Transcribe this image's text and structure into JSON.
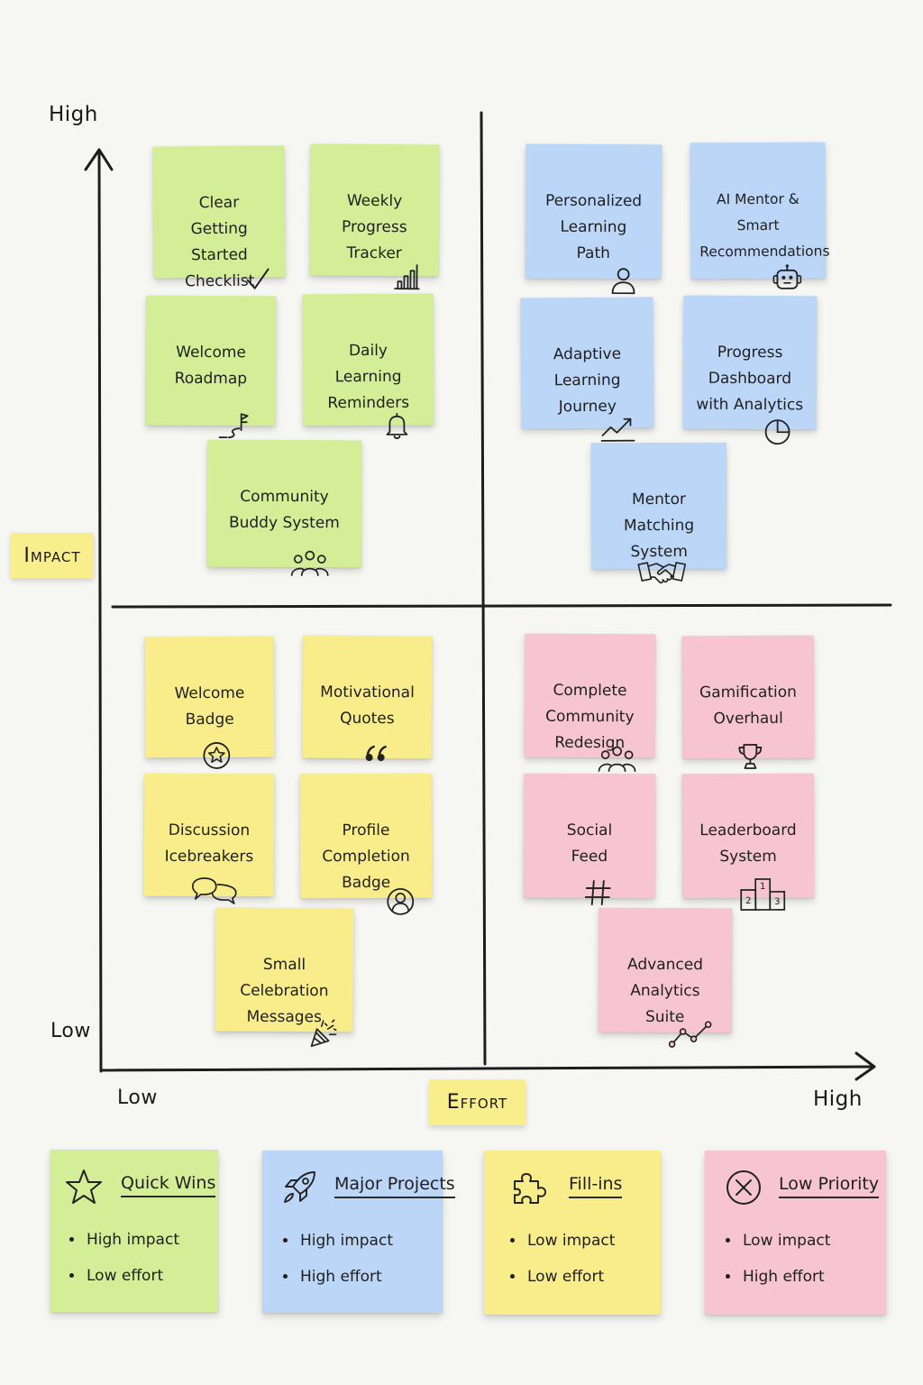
{
  "axes": {
    "y_high": "High",
    "y_low": "Low",
    "y_title": "Impact",
    "x_low": "Low",
    "x_high": "High",
    "x_title": "Effort"
  },
  "quadrants": {
    "quick_wins": [
      {
        "text": "Clear\nGetting Started\nChecklist",
        "icon": "checkmark-icon"
      },
      {
        "text": "Weekly\nProgress\nTracker",
        "icon": "bar-chart-icon"
      },
      {
        "text": "Welcome\nRoadmap",
        "icon": "flag-path-icon"
      },
      {
        "text": "Daily\nLearning\nReminders",
        "icon": "bell-icon"
      },
      {
        "text": "Community\nBuddy System",
        "icon": "people-group-icon"
      }
    ],
    "major_projects": [
      {
        "text": "Personalized\nLearning\nPath",
        "icon": "person-icon"
      },
      {
        "text": "AI Mentor &\nSmart\nRecommendations",
        "icon": "robot-icon"
      },
      {
        "text": "Adaptive\nLearning\nJourney",
        "icon": "trend-up-icon"
      },
      {
        "text": "Progress\nDashboard\nwith Analytics",
        "icon": "pie-chart-icon"
      },
      {
        "text": "Mentor\nMatching\nSystem",
        "icon": "handshake-icon"
      }
    ],
    "fill_ins": [
      {
        "text": "Welcome\nBadge",
        "icon": "star-badge-icon"
      },
      {
        "text": "Motivational\nQuotes",
        "icon": "quote-icon"
      },
      {
        "text": "Discussion\nIcebreakers",
        "icon": "speech-bubbles-icon"
      },
      {
        "text": "Profile\nCompletion\nBadge",
        "icon": "profile-circle-icon"
      },
      {
        "text": "Small\nCelebration\nMessages",
        "icon": "party-popper-icon"
      }
    ],
    "low_priority": [
      {
        "text": "Complete\nCommunity\nRedesign",
        "icon": "people-group-icon"
      },
      {
        "text": "Gamification\nOverhaul",
        "icon": "trophy-icon"
      },
      {
        "text": "Social\nFeed",
        "icon": "hashtag-icon"
      },
      {
        "text": "Leaderboard\nSystem",
        "icon": "podium-icon"
      },
      {
        "text": "Advanced\nAnalytics\nSuite",
        "icon": "line-chart-icon"
      }
    ]
  },
  "legend": [
    {
      "title": "Quick Wins",
      "icon": "star-icon",
      "items": [
        "High impact",
        "Low effort"
      ],
      "color": "#d4ee97"
    },
    {
      "title": "Major Projects",
      "icon": "rocket-icon",
      "items": [
        "High impact",
        "High effort"
      ],
      "color": "#bcd6f7"
    },
    {
      "title": "Fill-ins",
      "icon": "puzzle-icon",
      "items": [
        "Low impact",
        "Low effort"
      ],
      "color": "#f8ec8b"
    },
    {
      "title": "Low Priority",
      "icon": "x-circle-icon",
      "items": [
        "Low impact",
        "High effort"
      ],
      "color": "#f6c4d2"
    }
  ],
  "colors": {
    "quick_wins": "#d4ee97",
    "major_projects": "#bcd6f7",
    "fill_ins": "#f8ec8b",
    "low_priority": "#f6c4d2",
    "label_note": "#f8ee8c"
  }
}
